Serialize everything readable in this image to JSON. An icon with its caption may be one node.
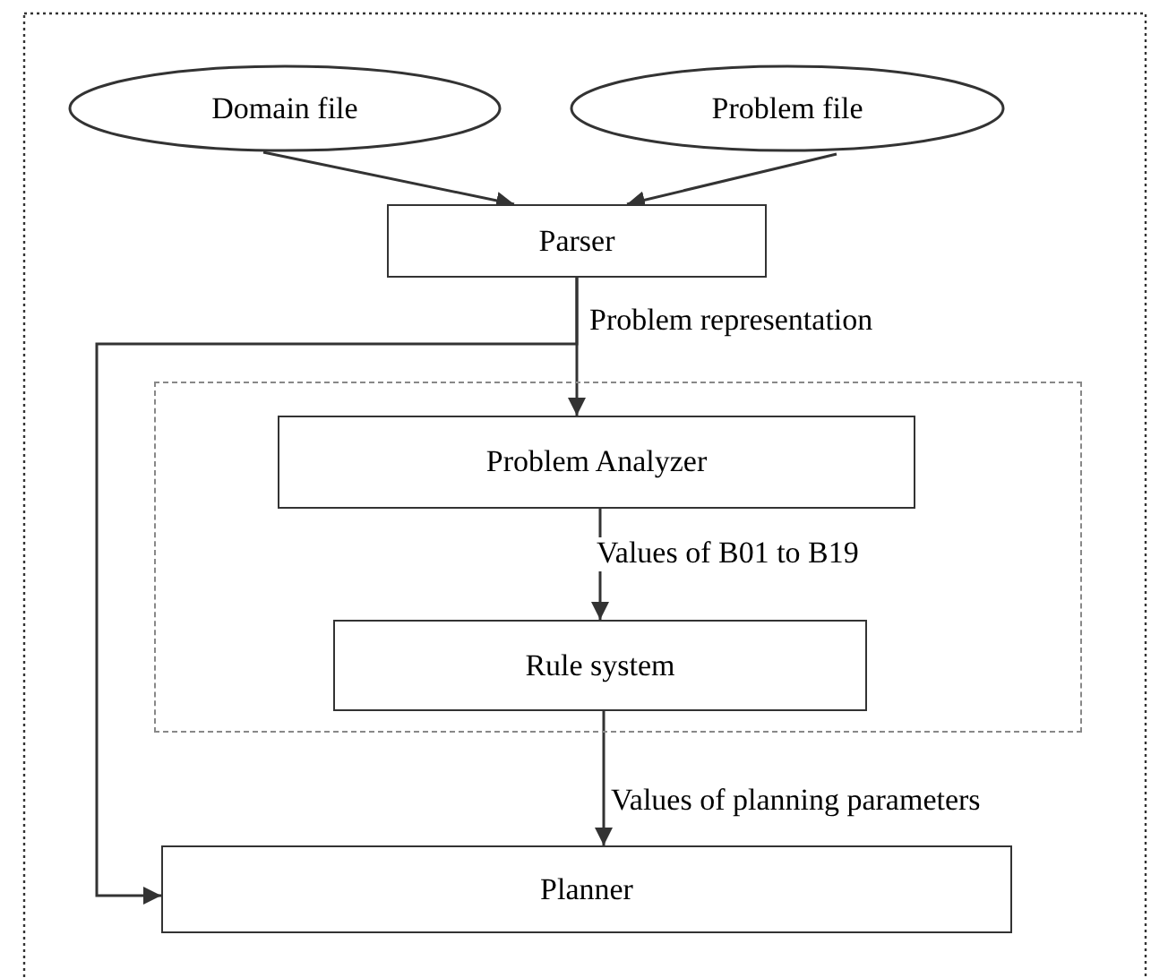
{
  "diagram": {
    "nodes": [
      {
        "text": [
          "Domain file"
        ]
      },
      {
        "text": [
          "Problem file"
        ]
      },
      {
        "text": [
          "Parser"
        ]
      },
      {
        "text": [],
        "shape": "box"
      },
      {
        "text": [
          "Problem Analyzer"
        ],
        "in": 3
      },
      {
        "text": [
          "Rule system"
        ],
        "in": 3
      },
      {
        "text": [
          "Planner"
        ]
      }
    ],
    "edges": [
      {
        "from": 0,
        "to": 2,
        "arrow": "to"
      },
      {
        "from": 1,
        "to": 2,
        "arrow": "to"
      },
      {
        "from": 2,
        "to": 4,
        "arrow": "to",
        "label": "Problem representation"
      },
      {
        "from": 2,
        "to": 6,
        "arrow": "to"
      },
      {
        "from": 4,
        "to": 5,
        "arrow": "to",
        "label": "Values of B01 to B19"
      },
      {
        "from": 5,
        "to": 6,
        "arrow": "to",
        "label": "Values of planning parameters"
      }
    ]
  }
}
